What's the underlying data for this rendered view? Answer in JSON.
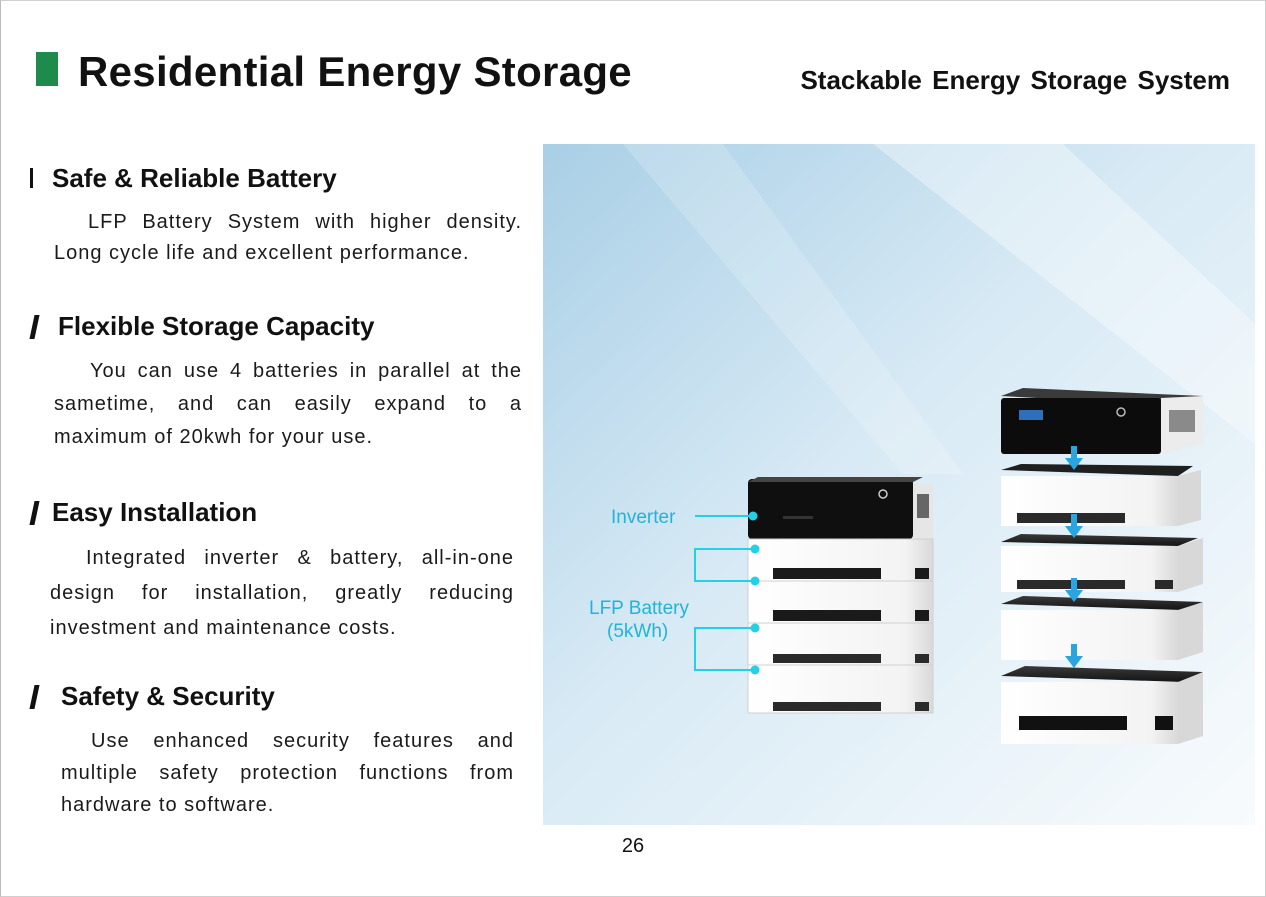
{
  "header": {
    "title": "Residential Energy Storage",
    "subtitle": "Stackable Energy Storage System"
  },
  "features": [
    {
      "heading": "Safe & Reliable Battery",
      "body": "LFP Battery System with higher density. Long cycle life and excellent performance."
    },
    {
      "heading": "Flexible Storage Capacity",
      "body": "You can use 4 batteries in parallel at the sametime, and can easily expand to a maximum of 20kwh for your use."
    },
    {
      "heading": "Easy Installation",
      "body": "Integrated inverter & battery, all-in-one design for installation, greatly reducing investment and maintenance costs."
    },
    {
      "heading": "Safety & Security",
      "body": "Use enhanced security features and multiple safety protection functions from hardware to software."
    }
  ],
  "illustration": {
    "inverter_label": "Inverter",
    "battery_label_line1": "LFP Battery",
    "battery_label_line2": "(5kWh)"
  },
  "colors": {
    "accent_green": "#1e8a4c",
    "callout_cyan": "#22b3d8",
    "arrow_blue": "#2aa5e0"
  },
  "footer": {
    "page_number": "26"
  }
}
